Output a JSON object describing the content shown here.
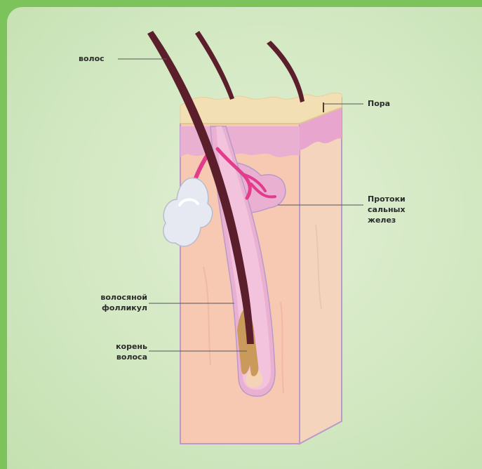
{
  "labels": {
    "hair": "волос",
    "pore": "Пора",
    "ducts_line1": "Протоки",
    "ducts_line2": "сальных",
    "ducts_line3": "желез",
    "follicle_line1": "волосяной",
    "follicle_line2": "фолликул",
    "root_line1": "корень",
    "root_line2": "волоса"
  },
  "colors": {
    "frame": "#7cc35c",
    "background": "#d6eac6",
    "skin_surface": "#f3dfb4",
    "skin_front": "#f7c9b2",
    "skin_side": "#f4d4bd",
    "dermis_pink": "#ec9fcd",
    "gland": "#e23c8c",
    "hair": "#5a1f2b",
    "root": "#c99a5a",
    "sebum": "#e6e8f2",
    "outline": "#b99ac9"
  }
}
